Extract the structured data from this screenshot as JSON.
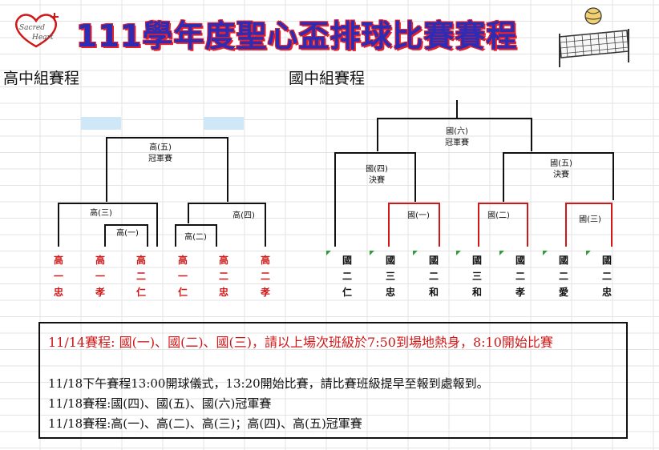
{
  "title": "111學年度聖心盃排球比賽賽程",
  "logo": {
    "line1": "Sacred",
    "line2": "Heart"
  },
  "sections": {
    "high": "高中組賽程",
    "junior": "國中組賽程"
  },
  "high_school": {
    "final": {
      "label": "高(五)",
      "sub": "冠軍賽"
    },
    "m3": "高(三)",
    "m4": "高(四)",
    "m1": "高(一)",
    "m2": "高(二)",
    "teams": [
      {
        "c1": "高",
        "c2": "一",
        "c3": "忠"
      },
      {
        "c1": "高",
        "c2": "一",
        "c3": "孝"
      },
      {
        "c1": "高",
        "c2": "二",
        "c3": "仁"
      },
      {
        "c1": "高",
        "c2": "一",
        "c3": "仁"
      },
      {
        "c1": "高",
        "c2": "二",
        "c3": "忠"
      },
      {
        "c1": "高",
        "c2": "二",
        "c3": "孝"
      }
    ]
  },
  "junior_high": {
    "final": {
      "label": "國(六)",
      "sub": "冠軍賽"
    },
    "semi4": {
      "label": "國(四)",
      "sub": "決賽"
    },
    "semi5": {
      "label": "國(五)",
      "sub": "決賽"
    },
    "m1": "國(一)",
    "m2": "國(二)",
    "m3": "國(三)",
    "teams": [
      {
        "c1": "國",
        "c2": "二",
        "c3": "仁"
      },
      {
        "c1": "國",
        "c2": "三",
        "c3": "忠"
      },
      {
        "c1": "國",
        "c2": "二",
        "c3": "和"
      },
      {
        "c1": "國",
        "c2": "三",
        "c3": "和"
      },
      {
        "c1": "國",
        "c2": "二",
        "c3": "孝"
      },
      {
        "c1": "國",
        "c2": "二",
        "c3": "愛"
      },
      {
        "c1": "國",
        "c2": "二",
        "c3": "忠"
      }
    ]
  },
  "notes": {
    "line1": "11/14賽程: 國(一)、國(二)、國(三)，請以上場次班級於7:50到場地熱身，8:10開始比賽",
    "line2": "11/18下午賽程13:00開球儀式，13:20開始比賽，請比賽班級提早至報到處報到。",
    "line3": "11/18賽程:國(四)、國(五)、國(六)冠軍賽",
    "line4": "11/18賽程:高(一)、高(二)、高(三)；高(四)、高(五)冠軍賽"
  },
  "colors": {
    "title": "#2c2cb4",
    "title_outline": "#e8202a",
    "bracket_red": "#d01818",
    "line": "#111111",
    "highlight": "#cfe8f7"
  }
}
